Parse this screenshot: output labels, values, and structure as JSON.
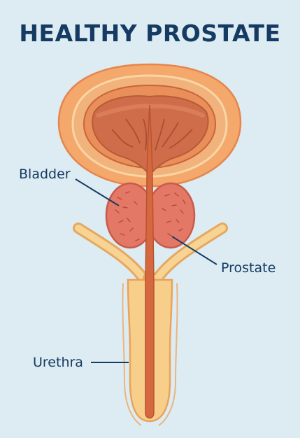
{
  "title": "HEALTHY PROSTATE",
  "labels": {
    "bladder": "Bladder",
    "prostate": "Prostate",
    "urethra": "Urethra"
  },
  "colors": {
    "background": "#dcecf2",
    "title": "#163b63",
    "bladder_outer": "#f3a66a",
    "bladder_inner": "#d4704a",
    "prostate": "#e47866",
    "urethra": "#d6683f",
    "penis": "#f7cf8a",
    "vas_deferens": "#f6d08c"
  }
}
